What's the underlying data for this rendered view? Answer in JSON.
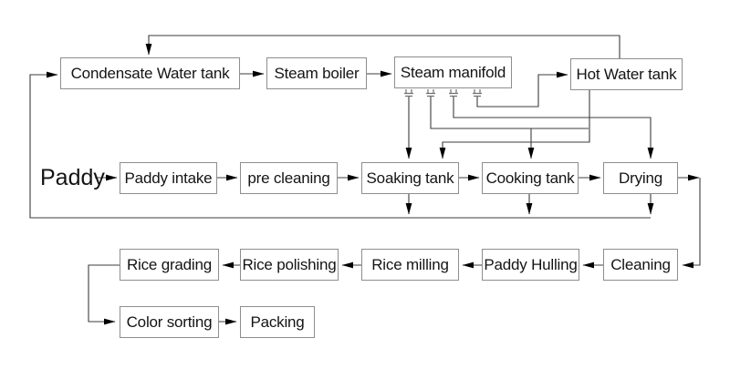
{
  "diagram": {
    "source": {
      "label": "Paddy"
    },
    "nodes": {
      "condensate_water_tank": {
        "label": "Condensate Water tank"
      },
      "steam_boiler": {
        "label": "Steam boiler"
      },
      "steam_manifold": {
        "label": "Steam manifold"
      },
      "hot_water_tank": {
        "label": "Hot Water tank"
      },
      "paddy_intake": {
        "label": "Paddy intake"
      },
      "pre_cleaning": {
        "label": "pre cleaning"
      },
      "soaking_tank": {
        "label": "Soaking tank"
      },
      "cooking_tank": {
        "label": "Cooking tank"
      },
      "drying": {
        "label": "Drying"
      },
      "rice_grading": {
        "label": "Rice grading"
      },
      "rice_polishing": {
        "label": "Rice polishing"
      },
      "rice_milling": {
        "label": "Rice milling"
      },
      "paddy_hulling": {
        "label": "Paddy Hulling"
      },
      "cleaning": {
        "label": "Cleaning"
      },
      "color_sorting": {
        "label": "Color sorting"
      },
      "packing": {
        "label": "Packing"
      }
    },
    "edges": [
      {
        "from": "Hot Water tank",
        "to": "Condensate Water tank",
        "type": "water-return"
      },
      {
        "from": "Condensate Water tank",
        "to": "Steam boiler",
        "type": "water"
      },
      {
        "from": "Steam boiler",
        "to": "Steam manifold",
        "type": "steam"
      },
      {
        "from": "Steam manifold",
        "to": "Soaking tank",
        "type": "steam"
      },
      {
        "from": "Steam manifold",
        "to": "Cooking tank",
        "type": "steam"
      },
      {
        "from": "Steam manifold",
        "to": "Drying",
        "type": "steam"
      },
      {
        "from": "Steam manifold",
        "to": "Hot Water tank",
        "type": "steam"
      },
      {
        "from": "Hot Water tank",
        "to": "Soaking tank",
        "type": "hot-water"
      },
      {
        "from": "Paddy",
        "to": "Paddy intake",
        "type": "material"
      },
      {
        "from": "Paddy intake",
        "to": "pre cleaning",
        "type": "material"
      },
      {
        "from": "pre cleaning",
        "to": "Soaking tank",
        "type": "material"
      },
      {
        "from": "Soaking tank",
        "to": "Cooking tank",
        "type": "material"
      },
      {
        "from": "Cooking tank",
        "to": "Drying",
        "type": "material"
      },
      {
        "from": "Soaking tank",
        "to": "Condensate Water tank",
        "type": "condensate-return"
      },
      {
        "from": "Cooking tank",
        "to": "Condensate Water tank",
        "type": "condensate-return"
      },
      {
        "from": "Drying",
        "to": "Condensate Water tank",
        "type": "condensate-return"
      },
      {
        "from": "Drying",
        "to": "Cleaning",
        "type": "material"
      },
      {
        "from": "Cleaning",
        "to": "Paddy Hulling",
        "type": "material"
      },
      {
        "from": "Paddy Hulling",
        "to": "Rice milling",
        "type": "material"
      },
      {
        "from": "Rice milling",
        "to": "Rice polishing",
        "type": "material"
      },
      {
        "from": "Rice polishing",
        "to": "Rice grading",
        "type": "material"
      },
      {
        "from": "Rice grading",
        "to": "Color sorting",
        "type": "material"
      },
      {
        "from": "Color sorting",
        "to": "Packing",
        "type": "material"
      }
    ]
  },
  "colors": {
    "background": "#ffffff",
    "box_border": "#8e8e8e",
    "line": "#3d3d3d",
    "arrowhead": "#000000",
    "text": "#141414"
  }
}
